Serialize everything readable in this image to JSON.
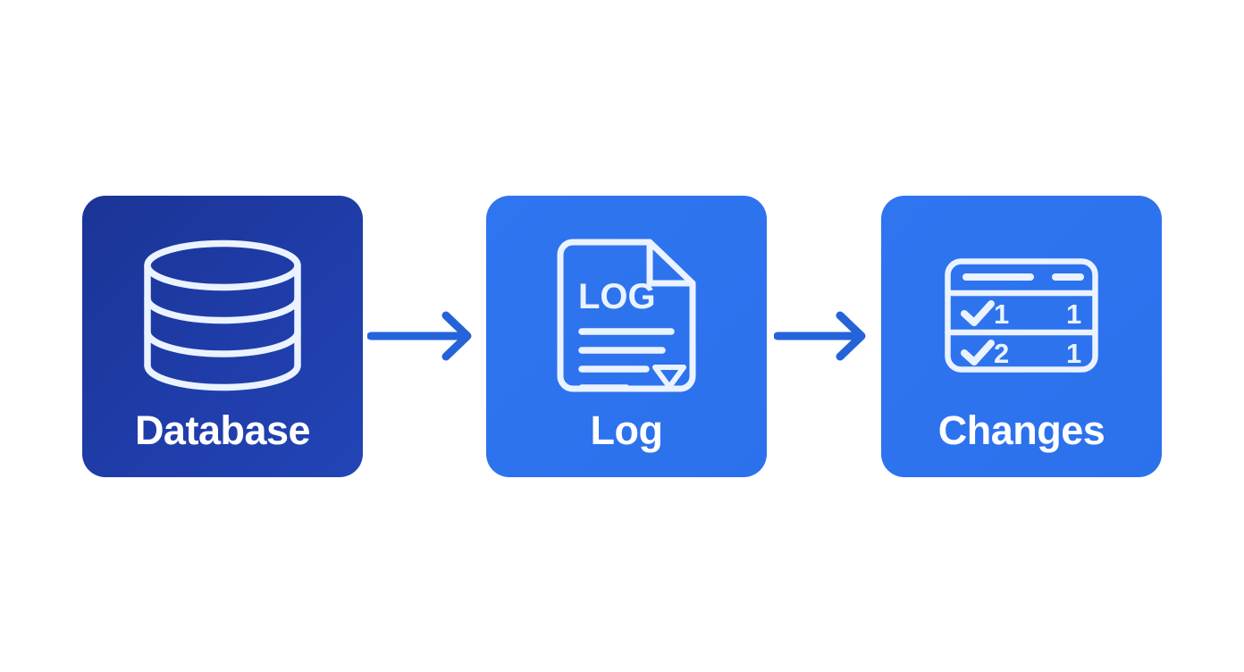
{
  "diagram": {
    "title": "Database to Log to Changes flow",
    "background_color": "#ffffff",
    "arrow_color": "#2563d9",
    "icon_stroke_color": "#eaf3ff",
    "label_color": "#ffffff",
    "nodes": [
      {
        "id": "database",
        "label": "Database",
        "icon": "database-cylinder-icon",
        "background_color": "#1f3da9"
      },
      {
        "id": "log",
        "label": "Log",
        "icon": "log-document-icon",
        "background_color": "#2c71ec",
        "icon_text": "LOG",
        "icon_line_count": 4,
        "icon_marker": "triangle-down"
      },
      {
        "id": "changes",
        "label": "Changes",
        "icon": "changes-table-icon",
        "background_color": "#2c71ec",
        "table": {
          "header": [
            "",
            ""
          ],
          "rows": [
            {
              "check": "✓",
              "left_value": "1",
              "right_value": "1"
            },
            {
              "check": "✓",
              "left_value": "2",
              "right_value": "1"
            }
          ]
        }
      }
    ],
    "connectors": [
      {
        "id": "database-to-log",
        "from": "database",
        "to": "log",
        "icon": "arrow-right-icon"
      },
      {
        "id": "log-to-changes",
        "from": "log",
        "to": "changes",
        "icon": "arrow-right-icon"
      }
    ]
  }
}
